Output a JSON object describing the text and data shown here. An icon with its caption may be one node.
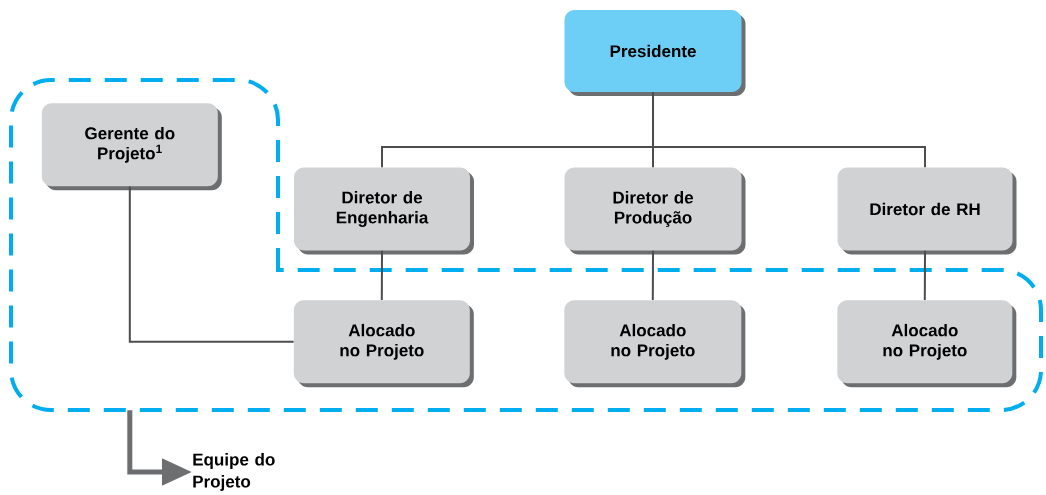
{
  "diagram": {
    "nodes": [
      {
        "text": [
          "Presidente"
        ]
      },
      {
        "text": [],
        "shape": "box"
      },
      {
        "text": [
          "Gerente do Projeto$^{1}$"
        ],
        "in": 1
      },
      {
        "text": [
          "Diretor de Engenharia"
        ]
      },
      {
        "text": [
          "Diretor de Produção"
        ]
      },
      {
        "text": [
          "Diretor de RH"
        ]
      },
      {
        "text": [
          "Alocado no Projeto"
        ],
        "in": 1
      },
      {
        "text": [
          "Alocado no Projeto"
        ],
        "in": 1
      },
      {
        "text": [
          "Alocado no Projeto"
        ],
        "in": 1
      },
      {
        "text": [
          "Equipe do Projeto"
        ]
      }
    ],
    "edges": [
      {
        "from": 0,
        "to": 3,
        "arrow": "none"
      },
      {
        "from": 0,
        "to": 4,
        "arrow": "none"
      },
      {
        "from": 0,
        "to": 5,
        "arrow": "none"
      },
      {
        "from": 3,
        "to": 6,
        "arrow": "none"
      },
      {
        "from": 4,
        "to": 7,
        "arrow": "none"
      },
      {
        "from": 5,
        "to": 8,
        "arrow": "none"
      },
      {
        "from": 2,
        "to": 6,
        "arrow": "none"
      },
      {
        "from": 1,
        "to": 9,
        "arrow": "to",
        "style": "thick",
        "color": "#6d6e70"
      }
    ]
  }
}
